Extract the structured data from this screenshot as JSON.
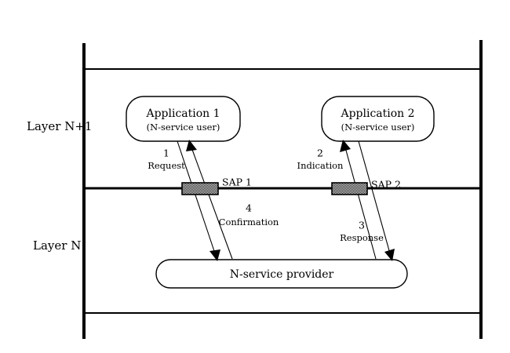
{
  "diagram": {
    "title_text": "",
    "colors": {
      "stroke": "#000000",
      "background": "#ffffff",
      "sap_fill": "#808080"
    },
    "layers": [
      {
        "id": "layer-n-plus-1",
        "label": "Layer N+1"
      },
      {
        "id": "layer-n",
        "label": "Layer N"
      }
    ],
    "nodes": [
      {
        "id": "application-1",
        "title": "Application 1",
        "subtitle": "(N-service user)"
      },
      {
        "id": "application-2",
        "title": "Application 2",
        "subtitle": "(N-service user)"
      },
      {
        "id": "n-service-provider",
        "title": "N-service provider"
      }
    ],
    "access_points": [
      {
        "id": "sap-1",
        "label": "SAP 1"
      },
      {
        "id": "sap-2",
        "label": "SAP 2"
      }
    ],
    "primitives": [
      {
        "id": "request",
        "number": "1",
        "label": "Request"
      },
      {
        "id": "indication",
        "number": "2",
        "label": "Indication"
      },
      {
        "id": "response",
        "number": "3",
        "label": "Response"
      },
      {
        "id": "confirmation",
        "number": "4",
        "label": "Confirmation"
      }
    ]
  }
}
